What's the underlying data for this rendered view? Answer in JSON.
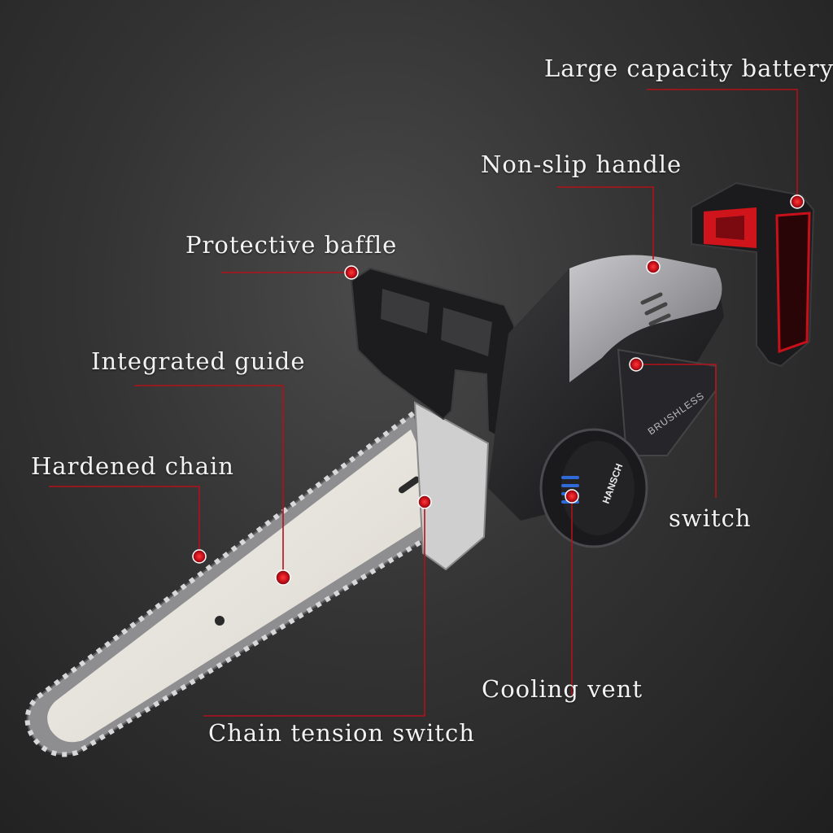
{
  "callouts": {
    "battery": "Large capacity battery",
    "handle": "Non-slip handle",
    "baffle": "Protective baffle",
    "guide": "Integrated guide",
    "chain": "Hardened chain",
    "switch": "switch",
    "vent": "Cooling vent",
    "tension": "Chain tension switch"
  },
  "product": {
    "brand": "HANSCH",
    "housing_text": "BRUSHLESS"
  },
  "colors": {
    "accent_red": "#d0141c",
    "leader_line": "#b0121a",
    "bar_white": "#e9e6df",
    "body_dark": "#1b1b1d"
  }
}
